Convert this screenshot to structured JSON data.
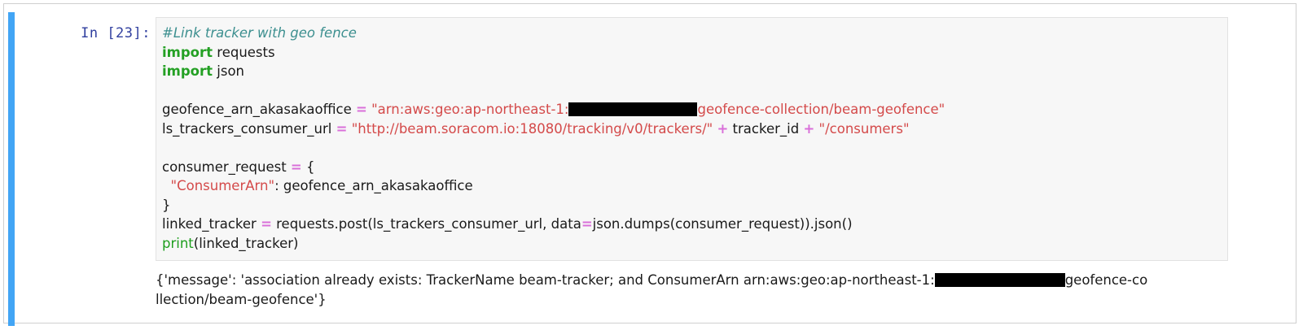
{
  "cell": {
    "type": "code-cell",
    "selected": true,
    "execution_prompt": "In [23]:",
    "accent_color": "#42a5f5",
    "prompt_color": "#303f9f",
    "input_background": "#f7f7f7",
    "input_border": "#e2e2e2"
  },
  "syntax_colors": {
    "comment": "#3c8f8f",
    "keyword": "#24a024",
    "builtin": "#1e9e1e",
    "string": "#d44a4a",
    "operator": "#d96fd9",
    "plain": "#1a1a1a",
    "redaction": "#000000"
  },
  "source": {
    "line1": {
      "comment": "#Link tracker with geo fence"
    },
    "line2": {
      "keyword": "import",
      "rest": " requests"
    },
    "line3": {
      "keyword": "import",
      "rest": " json"
    },
    "line4": {
      "blank": " "
    },
    "line5": {
      "name": "geofence_arn_akasakaoffice ",
      "op": "=",
      "str_before": " \"arn:aws:geo:ap-northeast-1:",
      "redacted": true,
      "str_after": "geofence-collection/beam-geofence\""
    },
    "line6": {
      "name": "ls_trackers_consumer_url ",
      "op1": "=",
      "str1": " \"http://beam.soracom.io:18080/tracking/v0/trackers/\" ",
      "op2": "+",
      "mid": " tracker_id ",
      "op3": "+",
      "str2": " \"/consumers\""
    },
    "line7": {
      "blank": " "
    },
    "line8": {
      "name": "consumer_request ",
      "op": "=",
      "rest": " {"
    },
    "line9": {
      "indent": "  ",
      "str": "\"ConsumerArn\"",
      "rest": ": geofence_arn_akasakaoffice"
    },
    "line10": {
      "text": "}"
    },
    "line11": {
      "pre": "linked_tracker ",
      "op1": "=",
      "mid": " requests.post(ls_trackers_consumer_url, data",
      "op2": "=",
      "post": "json.dumps(consumer_request)).json()"
    },
    "line12": {
      "builtin": "print",
      "rest": "(linked_tracker)"
    }
  },
  "output": {
    "line1_before": "{'message': 'association already exists: TrackerName beam-tracker; and ConsumerArn arn:aws:geo:ap-northeast-1:",
    "line1_redacted": true,
    "line1_after": "geofence-co",
    "line2": "llection/beam-geofence'}"
  }
}
